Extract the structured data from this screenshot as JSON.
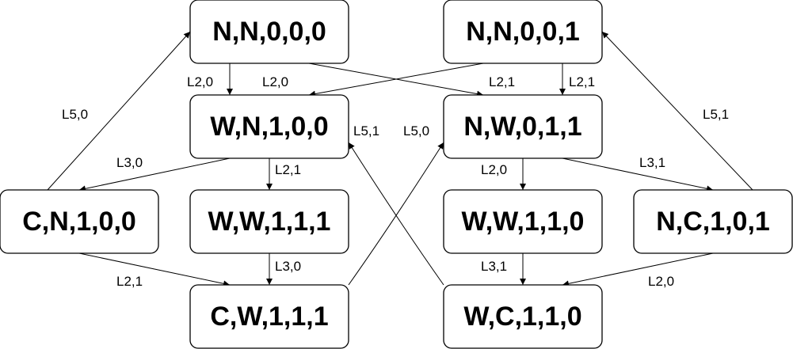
{
  "nodes": {
    "nn000": "N,N,0,0,0",
    "nn001": "N,N,0,0,1",
    "wn100": "W,N,1,0,0",
    "nw011": "N,W,0,1,1",
    "cn100": "C,N,1,0,0",
    "ww111": "W,W,1,1,1",
    "ww110": "W,W,1,1,0",
    "nc101": "N,C,1,0,1",
    "cw111": "C,W,1,1,1",
    "wc110": "W,C,1,1,0"
  },
  "edges": {
    "nn000_wn100": "L2,0",
    "nn001_wn100": "L2,0",
    "nn000_nw011": "L2,1",
    "nn001_nw011": "L2,1",
    "cn100_nn000": "L5,0",
    "nc101_nn001": "L5,1",
    "wn100_cn100": "L3,0",
    "wn100_ww111": "L2,1",
    "wc110_wn100": "L5,1",
    "cw111_nw011": "L5,0",
    "nw011_ww110": "L2,0",
    "nw011_nc101": "L3,1",
    "cn100_cw111": "L2,1",
    "ww111_cw111": "L3,0",
    "ww110_wc110": "L3,1",
    "nc101_wc110": "L2,0"
  }
}
